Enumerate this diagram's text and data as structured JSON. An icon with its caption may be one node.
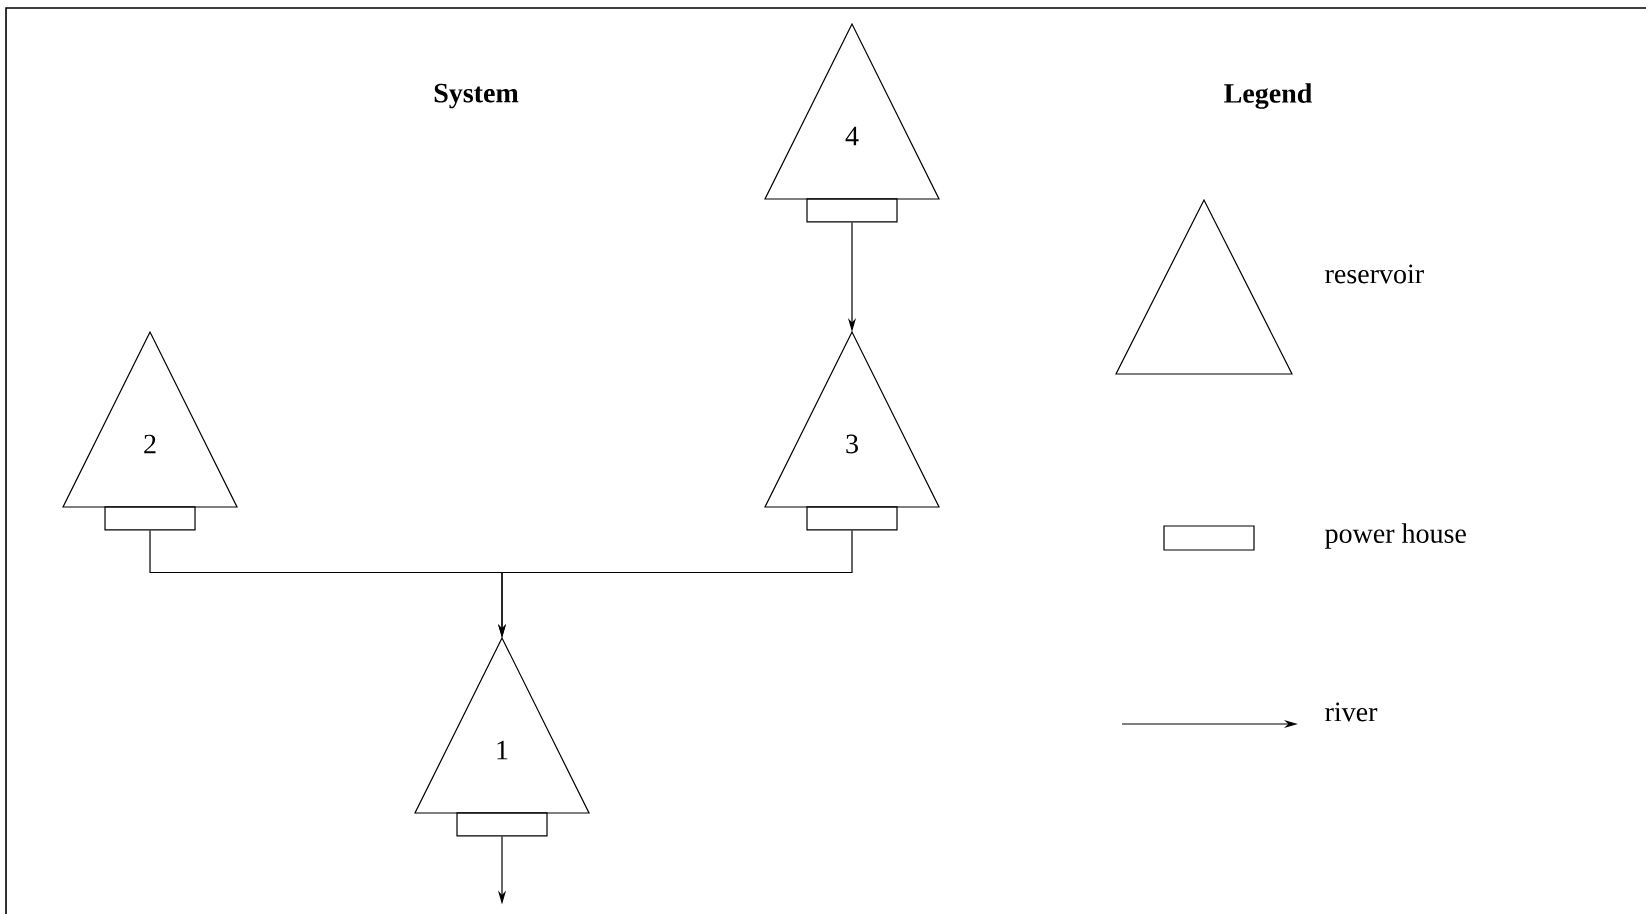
{
  "diagram": {
    "nodes": [
      {
        "text": [
          "4"
        ]
      },
      {
        "text": [
          "2"
        ]
      },
      {
        "text": [
          "3"
        ]
      },
      {
        "text": [
          "1"
        ]
      }
    ],
    "edges": [
      {
        "from": 0,
        "to": 2,
        "arrow": "to"
      },
      {
        "from": 1,
        "to": 3,
        "arrow": "to"
      },
      {
        "from": 2,
        "to": 3,
        "arrow": "to"
      },
      {
        "from": 3,
        "to": null,
        "arrow": "to"
      }
    ],
    "labels": [
      "System",
      "Legend"
    ],
    "legend": [
      {
        "text": "reservoir"
      },
      {
        "text": "power house"
      },
      {
        "text": "river"
      }
    ]
  }
}
